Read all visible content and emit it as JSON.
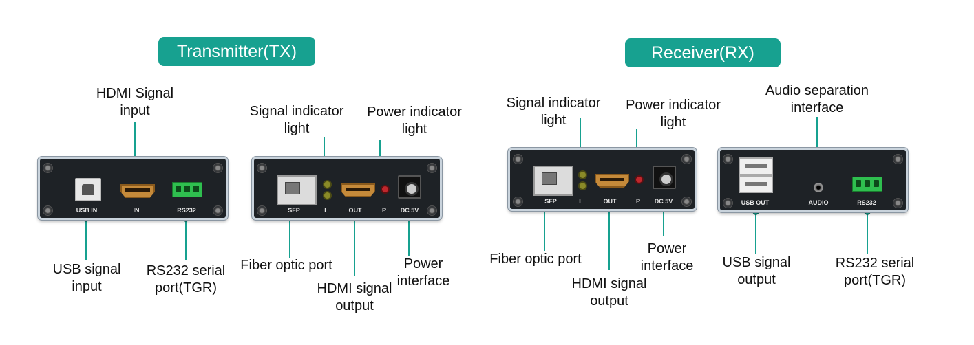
{
  "colors": {
    "accent": "#17a190",
    "device_body": "#1e2226"
  },
  "titles": {
    "tx": "Transmitter(TX)",
    "rx": "Receiver(RX)"
  },
  "tx": {
    "labels": {
      "hdmi_signal_input": "HDMI Signal\ninput",
      "usb_signal_input": "USB signal\ninput",
      "rs232_serial_port": "RS232 serial\nport(TGR)",
      "signal_indicator_light": "Signal indicator\nlight",
      "power_indicator_light": "Power indicator\nlight",
      "fiber_optic_port": "Fiber optic port",
      "hdmi_signal_output": "HDMI signal\noutput",
      "power_interface": "Power\ninterface"
    },
    "ports": {
      "usb_in": "USB IN",
      "in": "IN",
      "rs232": "RS232",
      "sfp": "SFP",
      "l": "L",
      "out": "OUT",
      "p": "P",
      "dc": "DC 5V"
    }
  },
  "rx": {
    "labels": {
      "signal_indicator_light": "Signal indicator\nlight",
      "power_indicator_light": "Power indicator\nlight",
      "audio_separation_interface": "Audio separation\ninterface",
      "fiber_optic_port": "Fiber optic port",
      "hdmi_signal_output": "HDMI signal\noutput",
      "power_interface": "Power\ninterface",
      "usb_signal_output": "USB signal\noutput",
      "rs232_serial_port": "RS232 serial\nport(TGR)"
    },
    "ports": {
      "sfp": "SFP",
      "l": "L",
      "out": "OUT",
      "p": "P",
      "dc": "DC 5V",
      "usb_out": "USB OUT",
      "audio": "AUDIO",
      "rs232": "RS232"
    }
  }
}
